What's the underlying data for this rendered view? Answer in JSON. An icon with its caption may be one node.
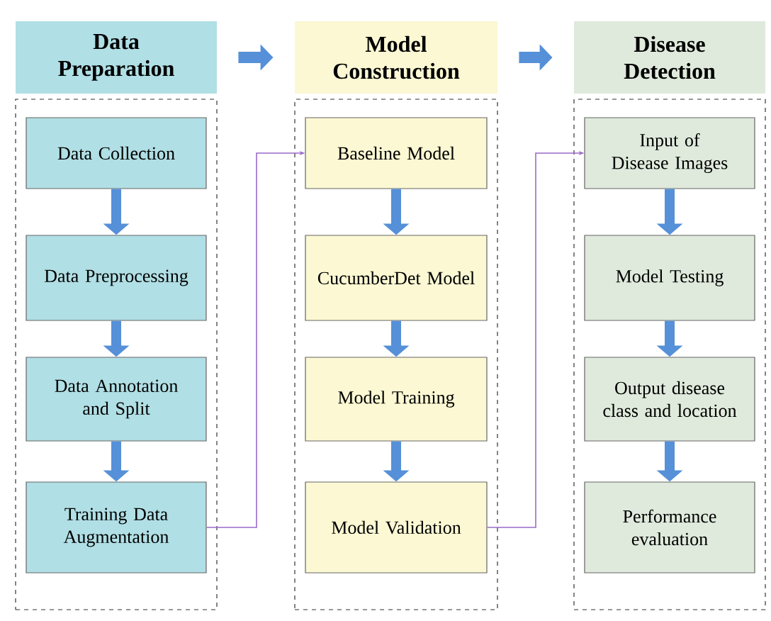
{
  "diagram": {
    "nodes": [
      {
        "text": [
          "Data Preparation"
        ]
      },
      {
        "text": [],
        "shape": "box"
      },
      {
        "text": [
          "Data Collection"
        ],
        "in": 1
      },
      {
        "text": [
          "Data Preprocessing"
        ],
        "in": 1
      },
      {
        "text": [
          "Data Annotation and Split"
        ],
        "in": 1
      },
      {
        "text": [
          "Training Data Augmentation"
        ],
        "in": 1
      },
      {
        "text": [
          "Model Construction"
        ]
      },
      {
        "text": [],
        "shape": "box"
      },
      {
        "text": [
          "Baseline Model"
        ],
        "in": 7
      },
      {
        "text": [
          "CucumberDet Model"
        ],
        "in": 7
      },
      {
        "text": [
          "Model Training"
        ],
        "in": 7
      },
      {
        "text": [
          "Model Validation"
        ],
        "in": 7
      },
      {
        "text": [
          "Disease Detection"
        ]
      },
      {
        "text": [],
        "shape": "box"
      },
      {
        "text": [
          "Input of Disease Images"
        ],
        "in": 13
      },
      {
        "text": [
          "Model Testing"
        ],
        "in": 13
      },
      {
        "text": [
          "Output disease class and location"
        ],
        "in": 13
      },
      {
        "text": [
          "Performance evaluation"
        ],
        "in": 13
      }
    ],
    "edges": [
      {
        "from": 0,
        "to": 6,
        "arrow": "to"
      },
      {
        "from": 6,
        "to": 12,
        "arrow": "to"
      },
      {
        "from": 2,
        "to": 3,
        "arrow": "to"
      },
      {
        "from": 3,
        "to": 4,
        "arrow": "to"
      },
      {
        "from": 4,
        "to": 5,
        "arrow": "to"
      },
      {
        "from": 8,
        "to": 9,
        "arrow": "to"
      },
      {
        "from": 9,
        "to": 10,
        "arrow": "to"
      },
      {
        "from": 10,
        "to": 11,
        "arrow": "to"
      },
      {
        "from": 14,
        "to": 15,
        "arrow": "to"
      },
      {
        "from": 15,
        "to": 16,
        "arrow": "to"
      },
      {
        "from": 16,
        "to": 17,
        "arrow": "to"
      },
      {
        "from": 5,
        "to": 8,
        "arrow": "to",
        "color": "#9b6bc8"
      },
      {
        "from": 11,
        "to": 14,
        "arrow": "to",
        "color": "#9b6bc8"
      }
    ]
  }
}
